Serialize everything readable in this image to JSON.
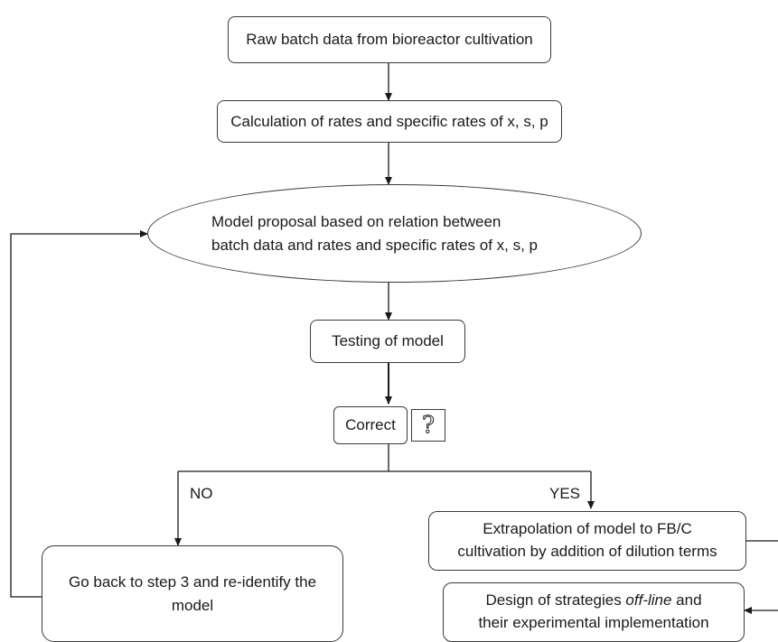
{
  "nodes": {
    "raw_data": "Raw batch data from bioreactor cultivation",
    "calc_rates": "Calculation of rates and specific rates of x, s, p",
    "model_proposal_line1": "Model proposal based on relation between",
    "model_proposal_line2": "batch data and rates and specific rates of x, s, p",
    "testing": "Testing of model",
    "correct": "Correct",
    "correct_symbol": "?",
    "go_back_line1": "Go back to step 3 and re-identify the",
    "go_back_line2": "model",
    "extrapolation_line1": "Extrapolation of model to FB/C",
    "extrapolation_line2": "cultivation by addition of dilution terms",
    "design_prefix": "Design of strategies ",
    "design_italic": "off-line",
    "design_suffix": " and",
    "design_line2": "their experimental implementation"
  },
  "branches": {
    "no": "NO",
    "yes": "YES"
  },
  "colors": {
    "line": "#1a1a1a",
    "border": "#3a3a3a"
  }
}
